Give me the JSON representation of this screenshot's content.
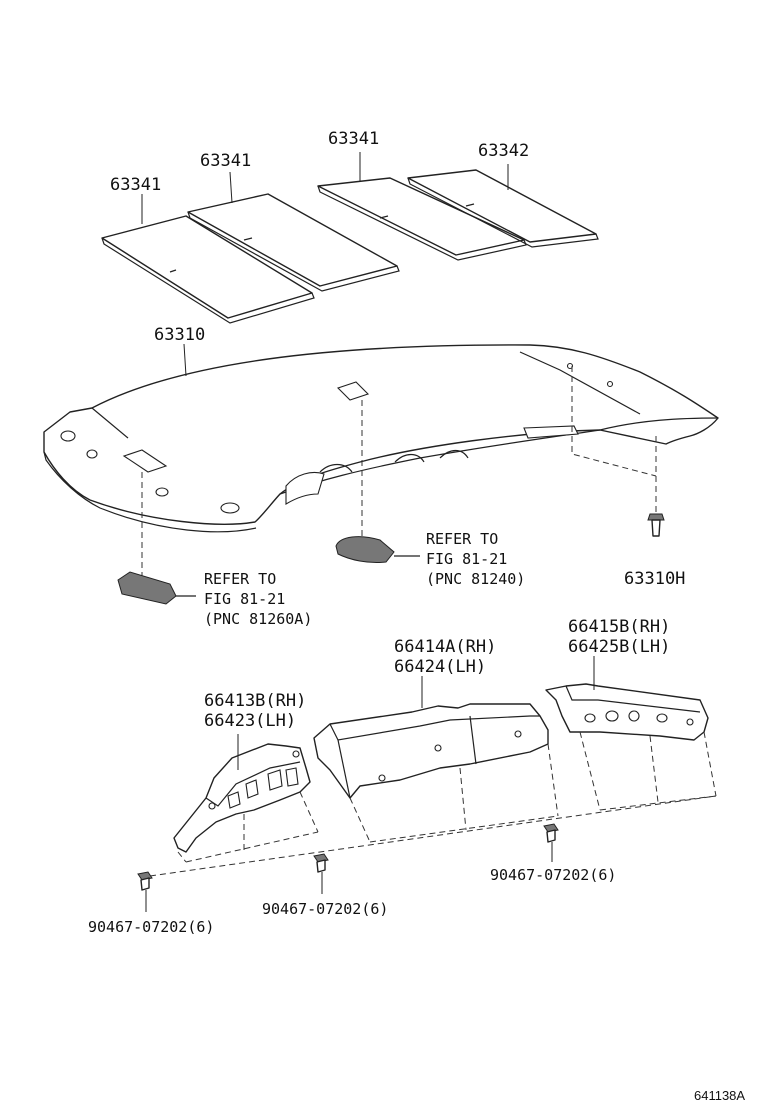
{
  "labels": {
    "pad_left": "63341",
    "pad_middle_left": "63341",
    "pad_middle_right": "63341",
    "pad_right": "63342",
    "headliner": "63310",
    "clip_headliner": "63310H",
    "garnish_front_rh": "66413B(RH)",
    "garnish_front_lh": "66423(LH)",
    "garnish_center_rh": "66414A(RH)",
    "garnish_center_lh": "66424(LH)",
    "garnish_rear_rh": "66415B(RH)",
    "garnish_rear_lh": "66425B(LH)",
    "clip_left": "90467-07202(6)",
    "clip_center": "90467-07202(6)",
    "clip_right": "90467-07202(6)"
  },
  "refs": {
    "lamp_front": {
      "line1": "REFER TO",
      "line2": "FIG 81-21",
      "line3": "(PNC 81260A)"
    },
    "lamp_room": {
      "line1": "REFER TO",
      "line2": "FIG 81-21",
      "line3": "(PNC 81240)"
    }
  },
  "caption": "641138A"
}
